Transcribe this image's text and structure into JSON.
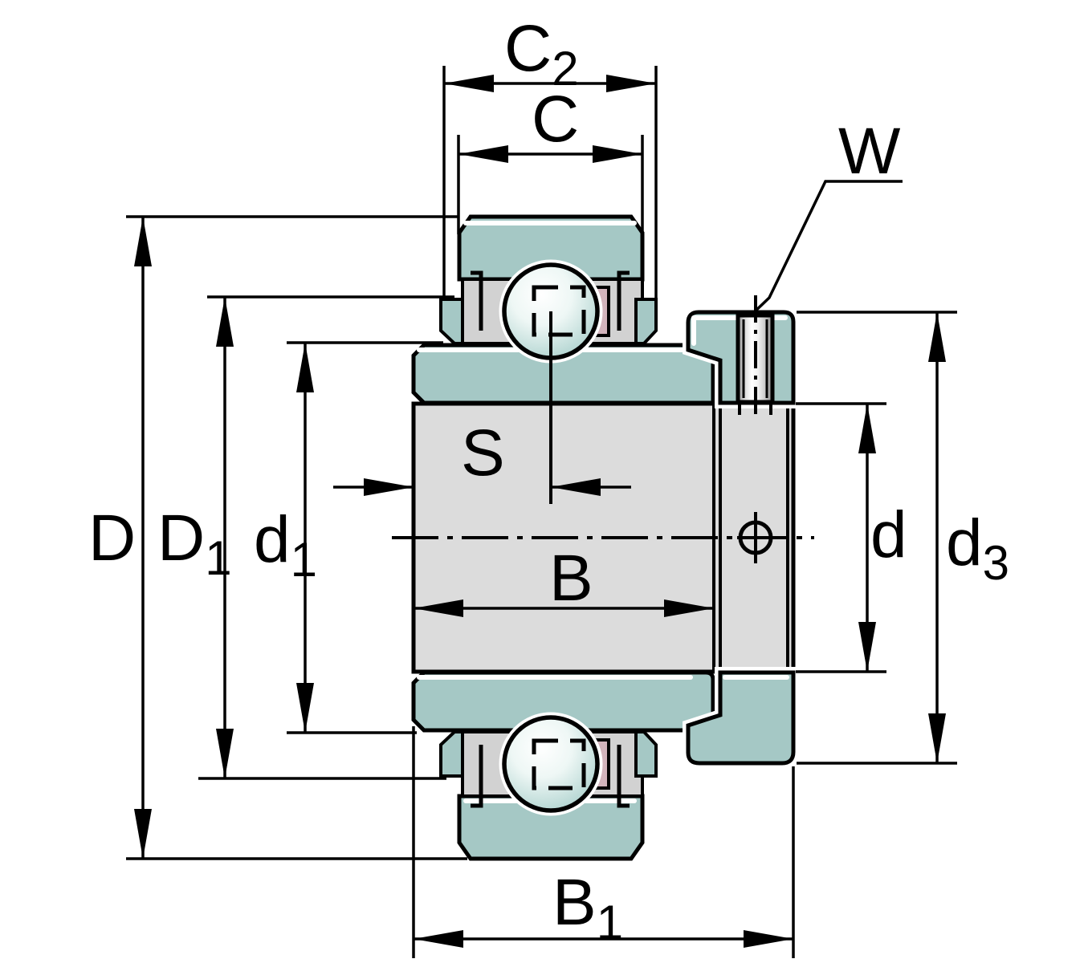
{
  "figure": {
    "type": "technical-section-drawing",
    "subject": "Radial insert ball bearing with eccentric locking collar and set screw, dimensioned cross-section"
  },
  "colors": {
    "part_teal": "#a5c8c5",
    "metal_gray": "#dcdcdc",
    "seal_gray": "#d2d2d2",
    "seal_pink": "#d2b4bc",
    "outline": "#000000",
    "background": "#ffffff"
  },
  "labels": {
    "c2": {
      "base": "C",
      "sub": "2"
    },
    "c": {
      "base": "C"
    },
    "w": {
      "base": "W"
    },
    "D": {
      "base": "D"
    },
    "D1": {
      "base": "D",
      "sub": "1"
    },
    "d1": {
      "base": "d",
      "sub": "1"
    },
    "s": {
      "base": "S"
    },
    "b": {
      "base": "B"
    },
    "d": {
      "base": "d"
    },
    "d3": {
      "base": "d",
      "sub": "3"
    },
    "b1": {
      "base": "B",
      "sub": "1"
    }
  }
}
